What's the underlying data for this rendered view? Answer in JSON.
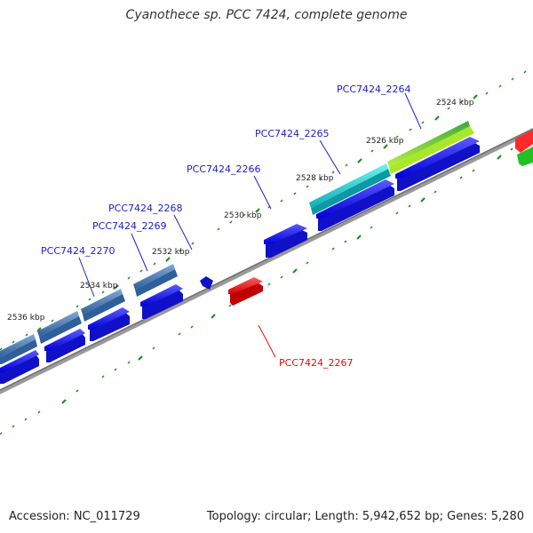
{
  "title": "Cyanothece sp. PCC 7424, complete genome",
  "footer": {
    "accession": "Accession: NC_011729",
    "summary": "Topology: circular; Length: 5,942,652 bp; Genes: 5,280"
  },
  "kbp_labels": [
    "2524 kbp",
    "2526 kbp",
    "2528 kbp",
    "2530 kbp",
    "2532 kbp",
    "2534 kbp",
    "2536 kbp"
  ],
  "gene_labels": {
    "g2264": "PCC7424_2264",
    "g2265": "PCC7424_2265",
    "g2266": "PCC7424_2266",
    "g2267": "PCC7424_2267",
    "g2268": "PCC7424_2268",
    "g2269": "PCC7424_2269",
    "g2270": "PCC7424_2270"
  },
  "colors": {
    "forward_gene": "#1a1aff",
    "reverse_gene": "#ff1a1a",
    "backbone": "#888888",
    "tick": "#1a8a1a"
  }
}
